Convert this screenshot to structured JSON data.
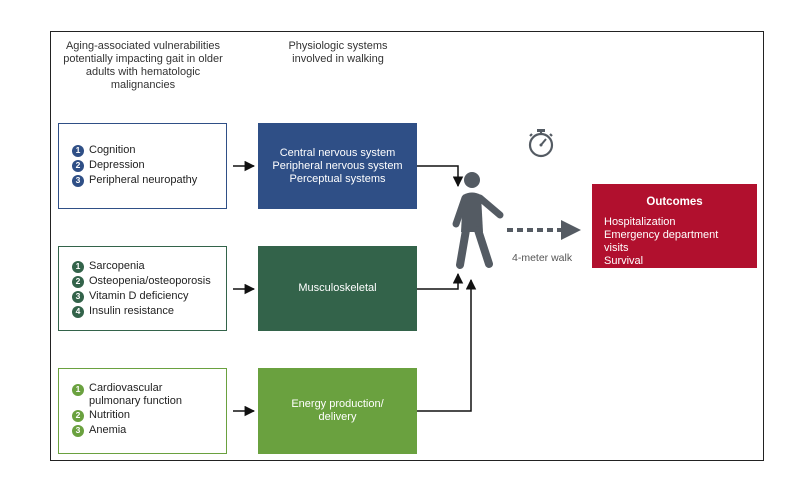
{
  "headers": {
    "vulnerabilities": "Aging-associated vulnerabilities potentially impacting gait in older adults with hematologic malignancies",
    "systems": "Physiologic systems involved in walking"
  },
  "groups": [
    {
      "color": "#2f4f86",
      "items": [
        {
          "num": "1",
          "label": "Cognition"
        },
        {
          "num": "2",
          "label": "Depression"
        },
        {
          "num": "3",
          "label": "Peripheral neuropathy"
        }
      ],
      "system_lines": [
        "Central nervous system",
        "Peripheral nervous system",
        "Perceptual systems"
      ]
    },
    {
      "color": "#33634a",
      "items": [
        {
          "num": "1",
          "label": "Sarcopenia"
        },
        {
          "num": "2",
          "label": "Osteopenia/osteoporosis"
        },
        {
          "num": "3",
          "label": "Vitamin D deficiency"
        },
        {
          "num": "4",
          "label": "Insulin resistance"
        }
      ],
      "system_lines": [
        "Musculoskeletal"
      ]
    },
    {
      "color": "#6aa13f",
      "items": [
        {
          "num": "1",
          "label": "Cardiovascular pulmonary function"
        },
        {
          "num": "2",
          "label": "Nutrition"
        },
        {
          "num": "3",
          "label": "Anemia"
        }
      ],
      "system_lines": [
        "Energy production/",
        "delivery"
      ]
    }
  ],
  "walk_label": "4-meter walk",
  "outcomes": {
    "title": "Outcomes",
    "items": [
      "Hospitalization",
      "Emergency department visits",
      "Survival"
    ]
  },
  "icons": {
    "timer": "stopwatch-icon",
    "person": "walking-person-icon"
  },
  "colors": {
    "outcomes": "#b1102e",
    "person": "#545b63"
  }
}
